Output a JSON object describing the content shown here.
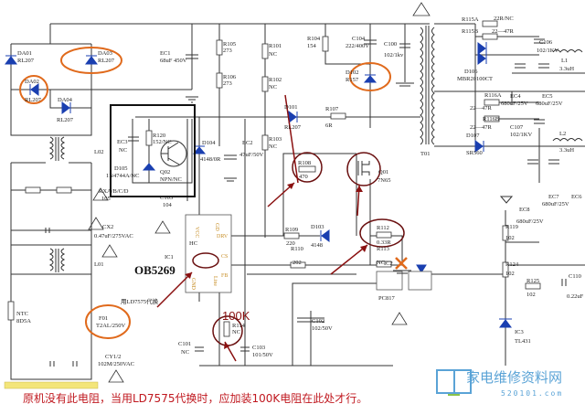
{
  "diagram": {
    "chip_name": "OB5269",
    "hundred_k_label": "100K",
    "replace_note": "用LD7575代换",
    "bottom_note": "原机没有此电阻，当用LD7575代换时，应加装100K电阻在此处才行。",
    "logo": {
      "name": "家电维修资料网",
      "url": "520101.com"
    },
    "colors": {
      "highlight_orange": "#e06a1c",
      "arrow_red": "#8a1010",
      "note_red": "#c0181f",
      "diode_blue": "#1a3fb0"
    },
    "labels": {
      "da01": "DA01",
      "da01v": "RL207",
      "da03": "DA03",
      "da03v": "RL207",
      "da02": "DA02",
      "da02v": "RL207",
      "da04": "DA04",
      "da04v": "RL207",
      "ec1": "EC1",
      "ec1v": "68uF 450V",
      "r105": "R105",
      "r105v": "273",
      "r106": "R106",
      "r106v": "273",
      "r101": "R101",
      "r101v": "NC",
      "r102": "R102",
      "r102v": "NC",
      "r103": "R103",
      "r103v": "NC",
      "r104": "R104",
      "r104v": "154",
      "c104": "C104",
      "c104v": "222/400V",
      "d102": "D102",
      "d102v": "R157",
      "c100": "C100",
      "c100v": "102/1kv",
      "r115a": "R115A",
      "r115av": "22R/NC",
      "r115b": "R115B",
      "r115bv": "22—47R",
      "d106": "D106",
      "d106v": "MBR20100CT",
      "c106": "C106",
      "c106v": "102/1KV",
      "l1": "L1",
      "l1v": "3.3uH",
      "ec4": "EC4",
      "ec4v": "680uF/25V",
      "ec5": "EC5",
      "ec5v": "680uF/25V",
      "r116a": "R116A",
      "r116av": "22—47R",
      "r116b": "R116B",
      "r116bv": "22—47R",
      "c107": "C107",
      "c107v": "102/1KV",
      "d107": "D107",
      "d107v": "SR560",
      "l2": "L2",
      "l2v": "3.3uH",
      "ec7": "EC7",
      "ec7v": "680uF/25V",
      "ec6": "EC6",
      "ec6v": "680uF/25V",
      "t01": "T01",
      "l02": "L02",
      "l01": "L01",
      "ec3": "EC3",
      "ec3v": "NC",
      "r120": "R120",
      "r120v": "152/NC",
      "d105": "D105",
      "d105v": "1N4744A/NC",
      "q02": "Q02",
      "q02v": "NPN/NC",
      "c105": "C105",
      "c105v": "104",
      "d104": "D104",
      "d104v": "4148/0R",
      "ec2": "EC2",
      "ec2v": "47uF/50V",
      "d101": "D101",
      "d101v": "RL207",
      "r107": "R107",
      "r107v": "6R",
      "r108": "R108",
      "r108v": "470",
      "q01": "Q01",
      "q01v": "7N65",
      "r109": "R109",
      "r109v": "220",
      "d103": "D103",
      "d103v": "4148",
      "r110": "R110",
      "r110v": "202",
      "r112": "R112",
      "r112v": "0.33R",
      "r113": "R113",
      "r113v": "NC",
      "ic2": "IC2",
      "pc817": "PC817",
      "rx": "RXA/B/C/D",
      "rxv": "105",
      "cx2": "CX2",
      "cx2v": "0.47uF/275VAC",
      "ntc": "NTC",
      "ntcv": "8D5A",
      "f01": "F01",
      "f01v": "T2AL/250V",
      "cy": "CY1/2",
      "cyv": "102M/250VAC",
      "ic1": "IC1",
      "r114": "R114",
      "r114v": "NC",
      "c101": "C101",
      "c101v": "NC",
      "c103": "C103",
      "c103v": "101/50V",
      "c102": "C102",
      "c102v": "102/50V",
      "r119": "R119",
      "r119v": "102",
      "r124": "R124",
      "r124v": "102",
      "r125": "R125",
      "r125v": "102",
      "c110": "C110",
      "c110v": "0.22uF",
      "ic3": "IC3",
      "ic3v": "TL431",
      "ec8": "EC8",
      "ec8v": "680uF/25V"
    },
    "ic1_pins": {
      "vcc": "VCC",
      "gd": "GD",
      "hc": "HC",
      "drv": "DRV",
      "cs": "CS",
      "fb": "FB",
      "gnd": "GND",
      "line": "Line"
    }
  }
}
